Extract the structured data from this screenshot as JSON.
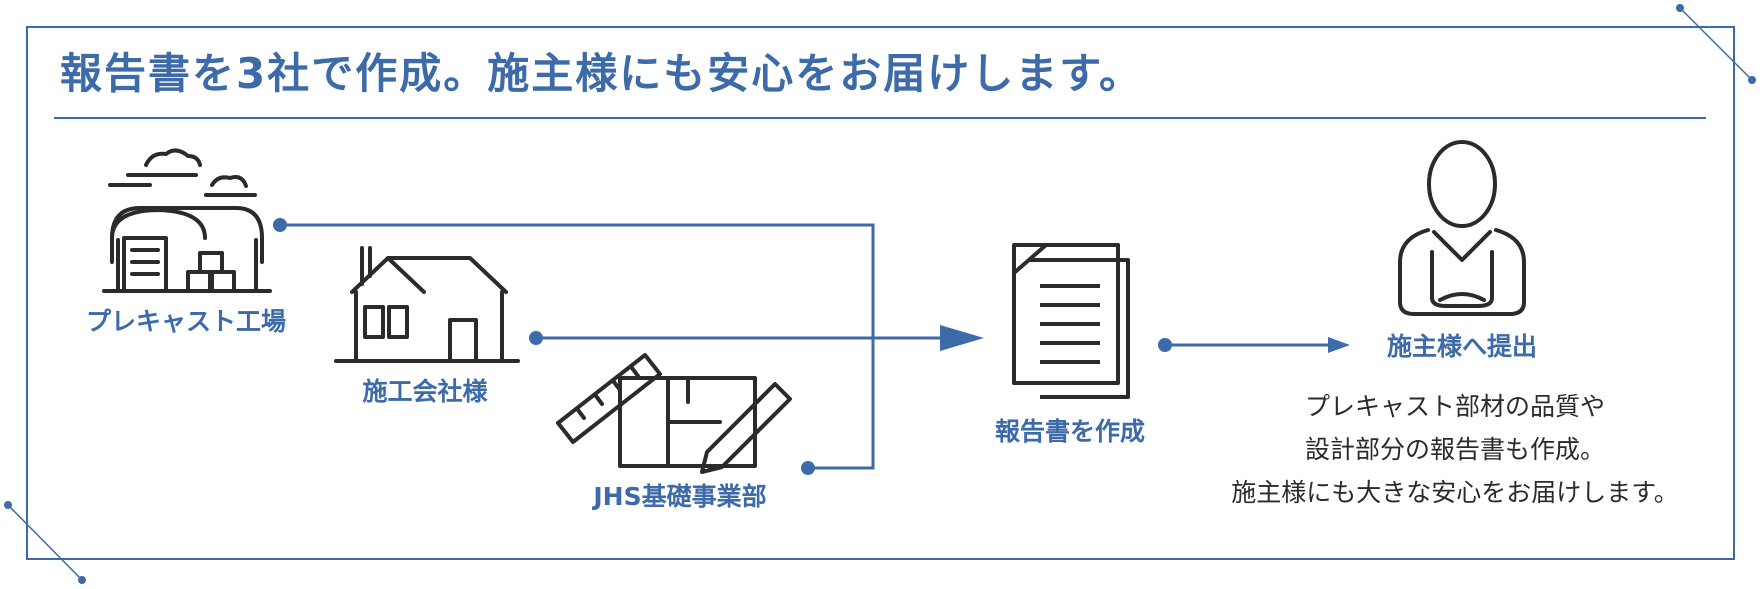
{
  "title": "報告書を3社で作成。施主様にも安心をお届けします。",
  "sources": [
    {
      "label": "プレキャスト工場",
      "icon": "factory-icon"
    },
    {
      "label": "施工会社様",
      "icon": "house-icon"
    },
    {
      "label": "JHS基礎事業部",
      "icon": "blueprint-ruler-icon"
    }
  ],
  "report": {
    "label": "報告書を作成",
    "icon": "document-icon"
  },
  "owner": {
    "label": "施主様へ提出",
    "icon": "person-icon"
  },
  "description": {
    "lines": [
      "プレキャスト部材の品質や",
      "設計部分の報告書も作成。",
      "施主様にも大きな安心をお届けします。"
    ]
  },
  "colors": {
    "accent": "#3d6aa8",
    "icon": "#2b2b2b",
    "text": "#2b2b2b"
  }
}
